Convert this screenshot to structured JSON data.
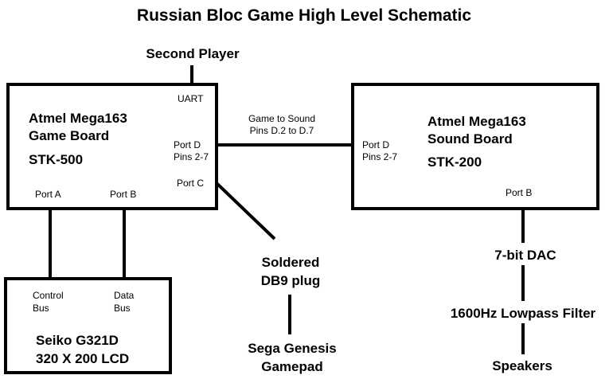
{
  "diagram": {
    "title": "Russian Bloc Game High Level Schematic",
    "colors": {
      "stroke": "#000000",
      "background": "#ffffff"
    },
    "game_board": {
      "line1": "Atmel Mega163",
      "line2": "Game Board",
      "line3": "STK-500",
      "uart": "UART",
      "port_d_line1": "Port D",
      "port_d_line2": "Pins 2-7",
      "port_c": "Port C",
      "port_a": "Port A",
      "port_b": "Port B"
    },
    "sound_board": {
      "line1": "Atmel Mega163",
      "line2": "Sound Board",
      "line3": "STK-200",
      "port_d_line1": "Port D",
      "port_d_line2": "Pins 2-7",
      "port_b": "Port B"
    },
    "lcd": {
      "control_line1": "Control",
      "control_line2": "Bus",
      "data_line1": "Data",
      "data_line2": "Bus",
      "name_line1": "Seiko G321D",
      "name_line2": "320 X 200 LCD"
    },
    "second_player": "Second Player",
    "link_label_line1": "Game to Sound",
    "link_label_line2": "Pins D.2 to D.7",
    "db9_line1": "Soldered",
    "db9_line2": "DB9 plug",
    "gamepad_line1": "Sega Genesis",
    "gamepad_line2": "Gamepad",
    "dac": "7-bit DAC",
    "filter": "1600Hz Lowpass Filter",
    "speakers": "Speakers"
  }
}
